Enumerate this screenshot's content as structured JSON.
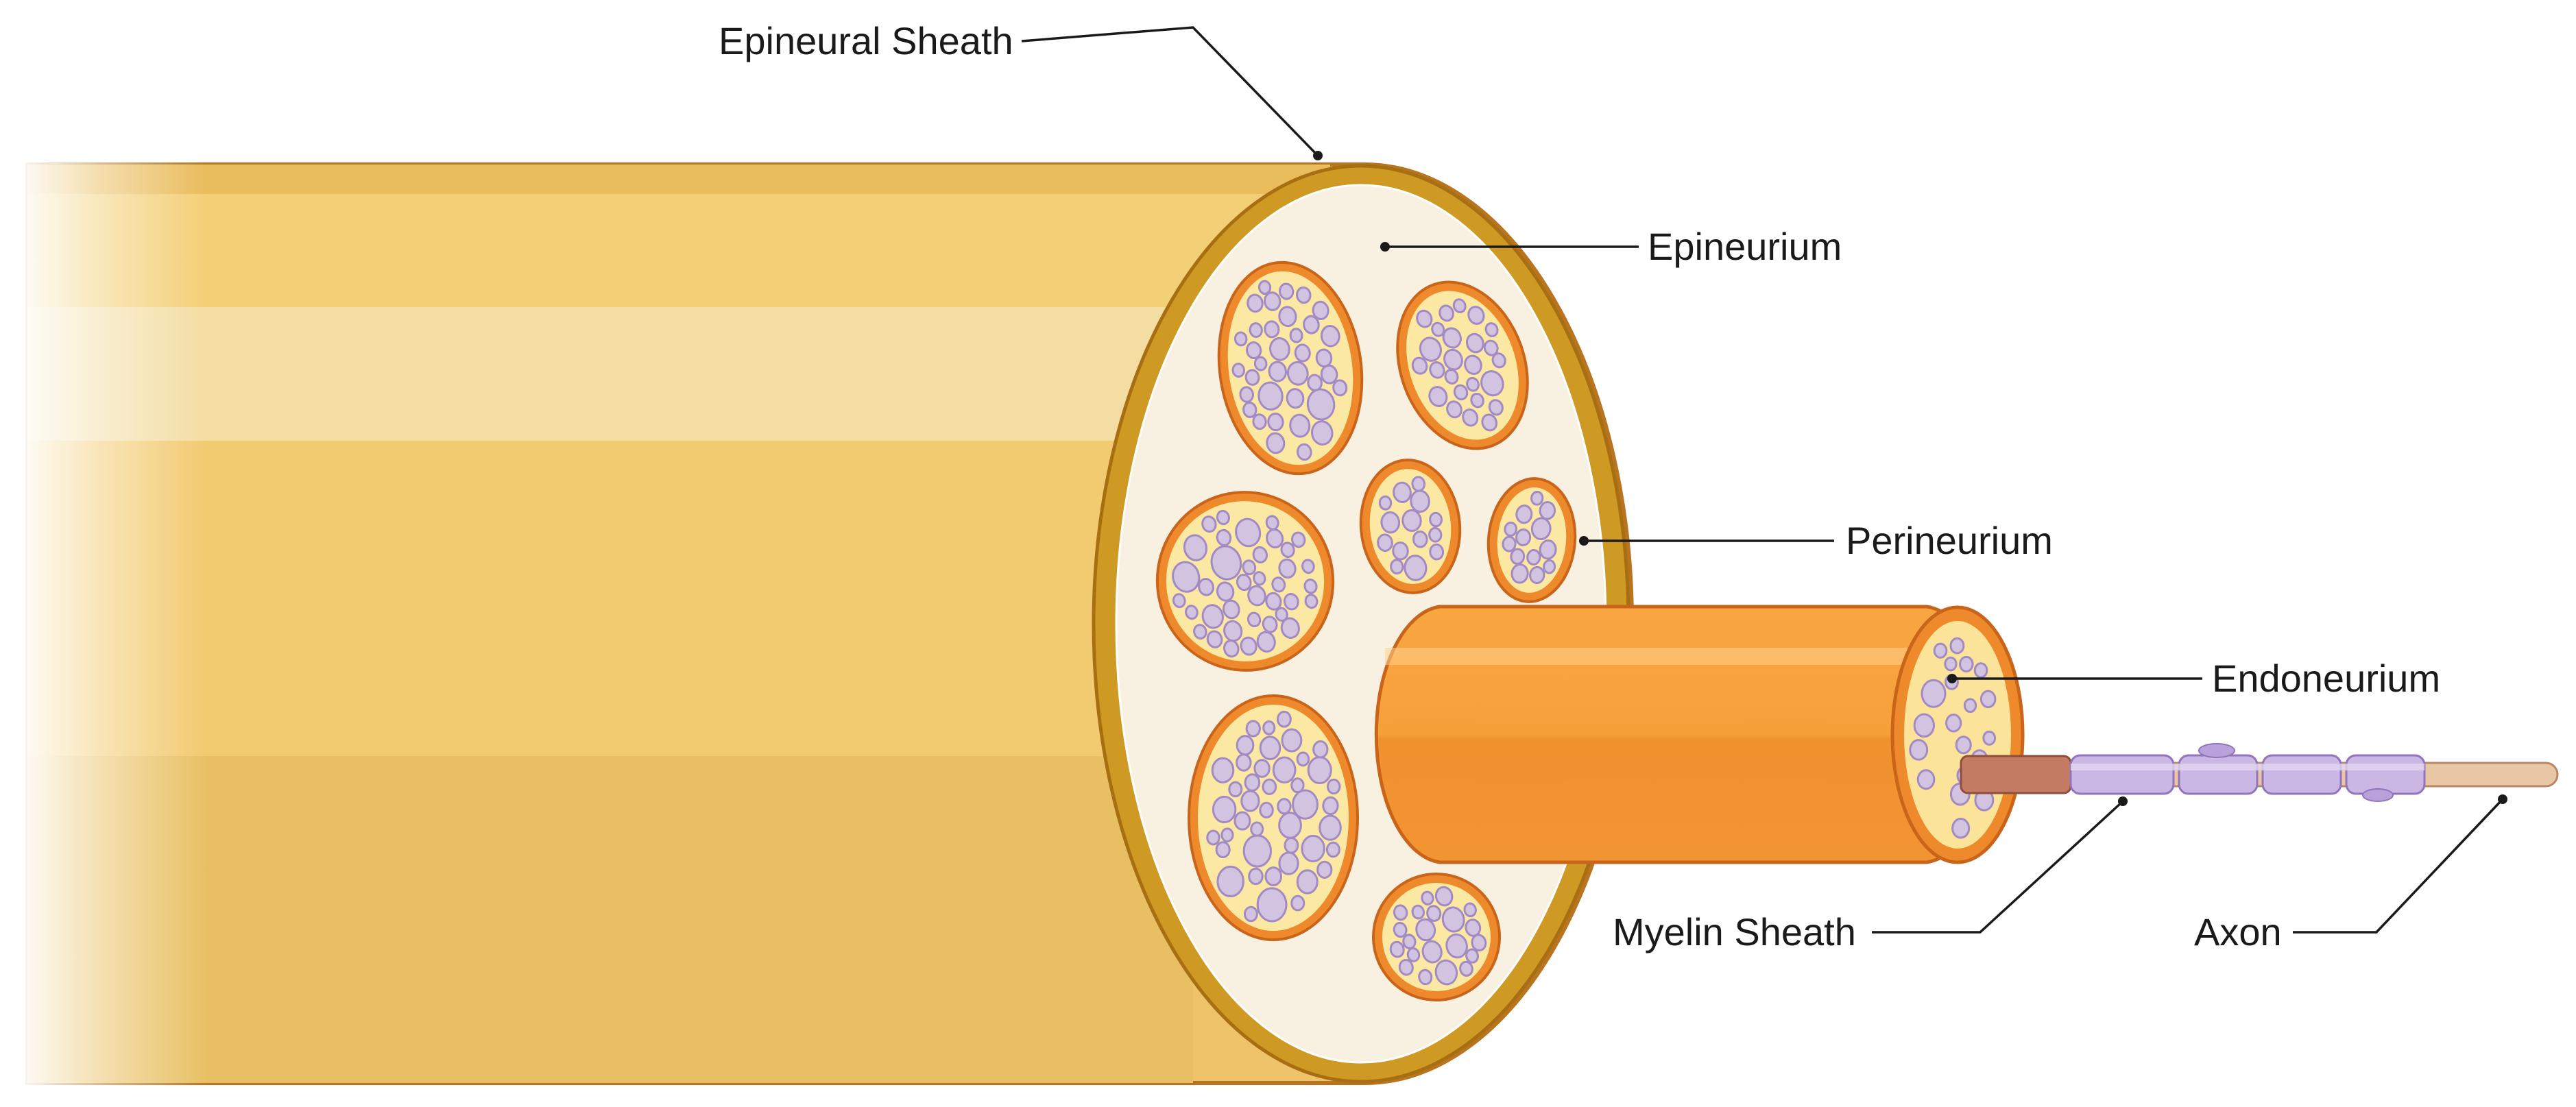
{
  "labels": {
    "epineural_sheath": "Epineural Sheath",
    "epineurium": "Epineurium",
    "perineurium": "Perineurium",
    "endoneurium": "Endoneurium",
    "myelin_sheath": "Myelin Sheath",
    "axon": "Axon"
  },
  "colors": {
    "nerve_body": "#f0c96f",
    "epineural_sheath": "#c8901a",
    "epineurium": "#f7efdf",
    "fascicle_ring": "#ee8a2b",
    "fascicle_fill": "#fbe9a3",
    "fiber": "#d2c3e0",
    "fiber_edge": "#a28bc2",
    "fascicle_body": "#f59a33",
    "myelin": "#c9b6e2",
    "axon": "#e9c9a7",
    "axon_cut": "#c37b63"
  }
}
